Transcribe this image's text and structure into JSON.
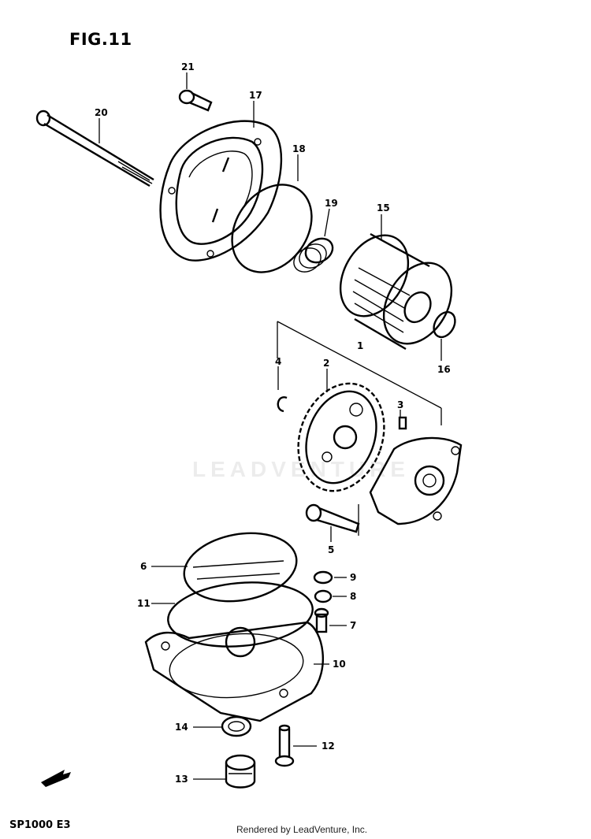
{
  "figure": {
    "title": "FIG.11",
    "model_code": "SP1000 E3",
    "credit": "Rendered by LeadVenture, Inc.",
    "watermark": "LEADVENTURE"
  },
  "callouts": {
    "p1": "1",
    "p2": "2",
    "p3": "3",
    "p4": "4",
    "p5": "5",
    "p6": "6",
    "p7": "7",
    "p8": "8",
    "p9": "9",
    "p10": "10",
    "p11": "11",
    "p12": "12",
    "p13": "13",
    "p14": "14",
    "p15": "15",
    "p16": "16",
    "p17": "17",
    "p18": "18",
    "p19": "19",
    "p20": "20",
    "p21": "21"
  },
  "icons": {
    "front_arrow": "front-direction-arrow-icon"
  }
}
